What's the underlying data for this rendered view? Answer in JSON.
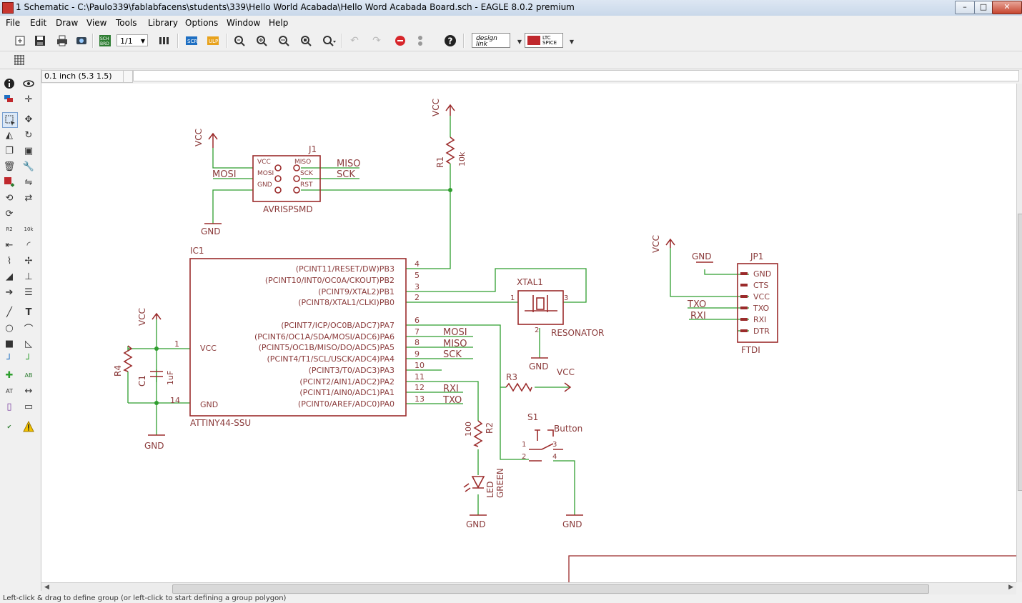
{
  "window": {
    "title": "1 Schematic - C:\\Paulo339\\fablabfacens\\students\\339\\Hello World Acabada\\Hello Word Acabada Board.sch - EAGLE 8.0.2 premium",
    "min": "–",
    "max": "□",
    "close": "✕"
  },
  "menu": [
    "File",
    "Edit",
    "Draw",
    "View",
    "Tools",
    "Library",
    "Options",
    "Window",
    "Help"
  ],
  "toolbar": {
    "sheet_select": "1/1",
    "design_link": "design link",
    "ltspice": "LTC SPICE"
  },
  "command": {
    "coordinate": "0.1 inch (5.3 1.5)",
    "input_value": ""
  },
  "status": "Left-click & drag to define group (or left-click to start defining a group polygon)",
  "colors": {
    "wire": "#2f9e2f",
    "part": "#9b2b2b",
    "text": "#8a3a3a"
  },
  "schematic": {
    "ic1": {
      "name": "IC1",
      "value": "ATTINY44-SSU",
      "vcc_pin": "VCC",
      "gnd_pin": "GND",
      "pin_vcc_no": "1",
      "pin_gnd_no": "14",
      "pins": [
        {
          "label": "(PCINT11/RESET/DW)PB3",
          "no": "4"
        },
        {
          "label": "(PCINT10/INT0/OC0A/CKOUT)PB2",
          "no": "5"
        },
        {
          "label": "(PCINT9/XTAL2)PB1",
          "no": "3"
        },
        {
          "label": "(PCINT8/XTAL1/CLKI)PB0",
          "no": "2"
        },
        {
          "label": "(PCINT7/ICP/OC0B/ADC7)PA7",
          "no": "6"
        },
        {
          "label": "(PCINT6/OC1A/SDA/MOSI/ADC6)PA6",
          "no": "7"
        },
        {
          "label": "(PCINT5/OC1B/MISO/DO/ADC5)PA5",
          "no": "8"
        },
        {
          "label": "(PCINT4/T1/SCL/USCK/ADC4)PA4",
          "no": "9"
        },
        {
          "label": "(PCINT3/T0/ADC3)PA3",
          "no": "10"
        },
        {
          "label": "(PCINT2/AIN1/ADC2)PA2",
          "no": "11"
        },
        {
          "label": "(PCINT1/AIN0/ADC1)PA1",
          "no": "12"
        },
        {
          "label": "(PCINT0/AREF/ADC0)PA0",
          "no": "13"
        }
      ],
      "net_labels": [
        "MOSI",
        "MISO",
        "SCK",
        "RXI",
        "TXO"
      ]
    },
    "j1": {
      "name": "J1",
      "value": "AVRISPSMD",
      "pins": [
        "VCC",
        "MOSI",
        "GND",
        "MISO",
        "SCK",
        "RST"
      ],
      "net_mosi": "MOSI",
      "net_miso": "MISO",
      "net_sck": "SCK"
    },
    "r1": {
      "name": "R1",
      "value": "10k"
    },
    "r2": {
      "name": "R2",
      "value": "100"
    },
    "r3": {
      "name": "R3"
    },
    "r4": {
      "name": "R4"
    },
    "c1": {
      "name": "C1",
      "value": "1uF"
    },
    "led": {
      "name": "LED",
      "value": "GREEN"
    },
    "xtal": {
      "name": "XTAL1",
      "value": "RESONATOR",
      "p1": "1",
      "p2": "2",
      "p3": "3"
    },
    "s1": {
      "name": "S1",
      "value": "Button",
      "p1": "1",
      "p2": "2",
      "p3": "3",
      "p4": "4"
    },
    "jp1": {
      "name": "JP1",
      "value": "FTDI",
      "pins": [
        "GND",
        "CTS",
        "VCC",
        "TXO",
        "RXI",
        "DTR"
      ],
      "net_txo": "TXO",
      "net_rxi": "RXI"
    },
    "supplies": {
      "vcc": "VCC",
      "gnd": "GND"
    }
  }
}
